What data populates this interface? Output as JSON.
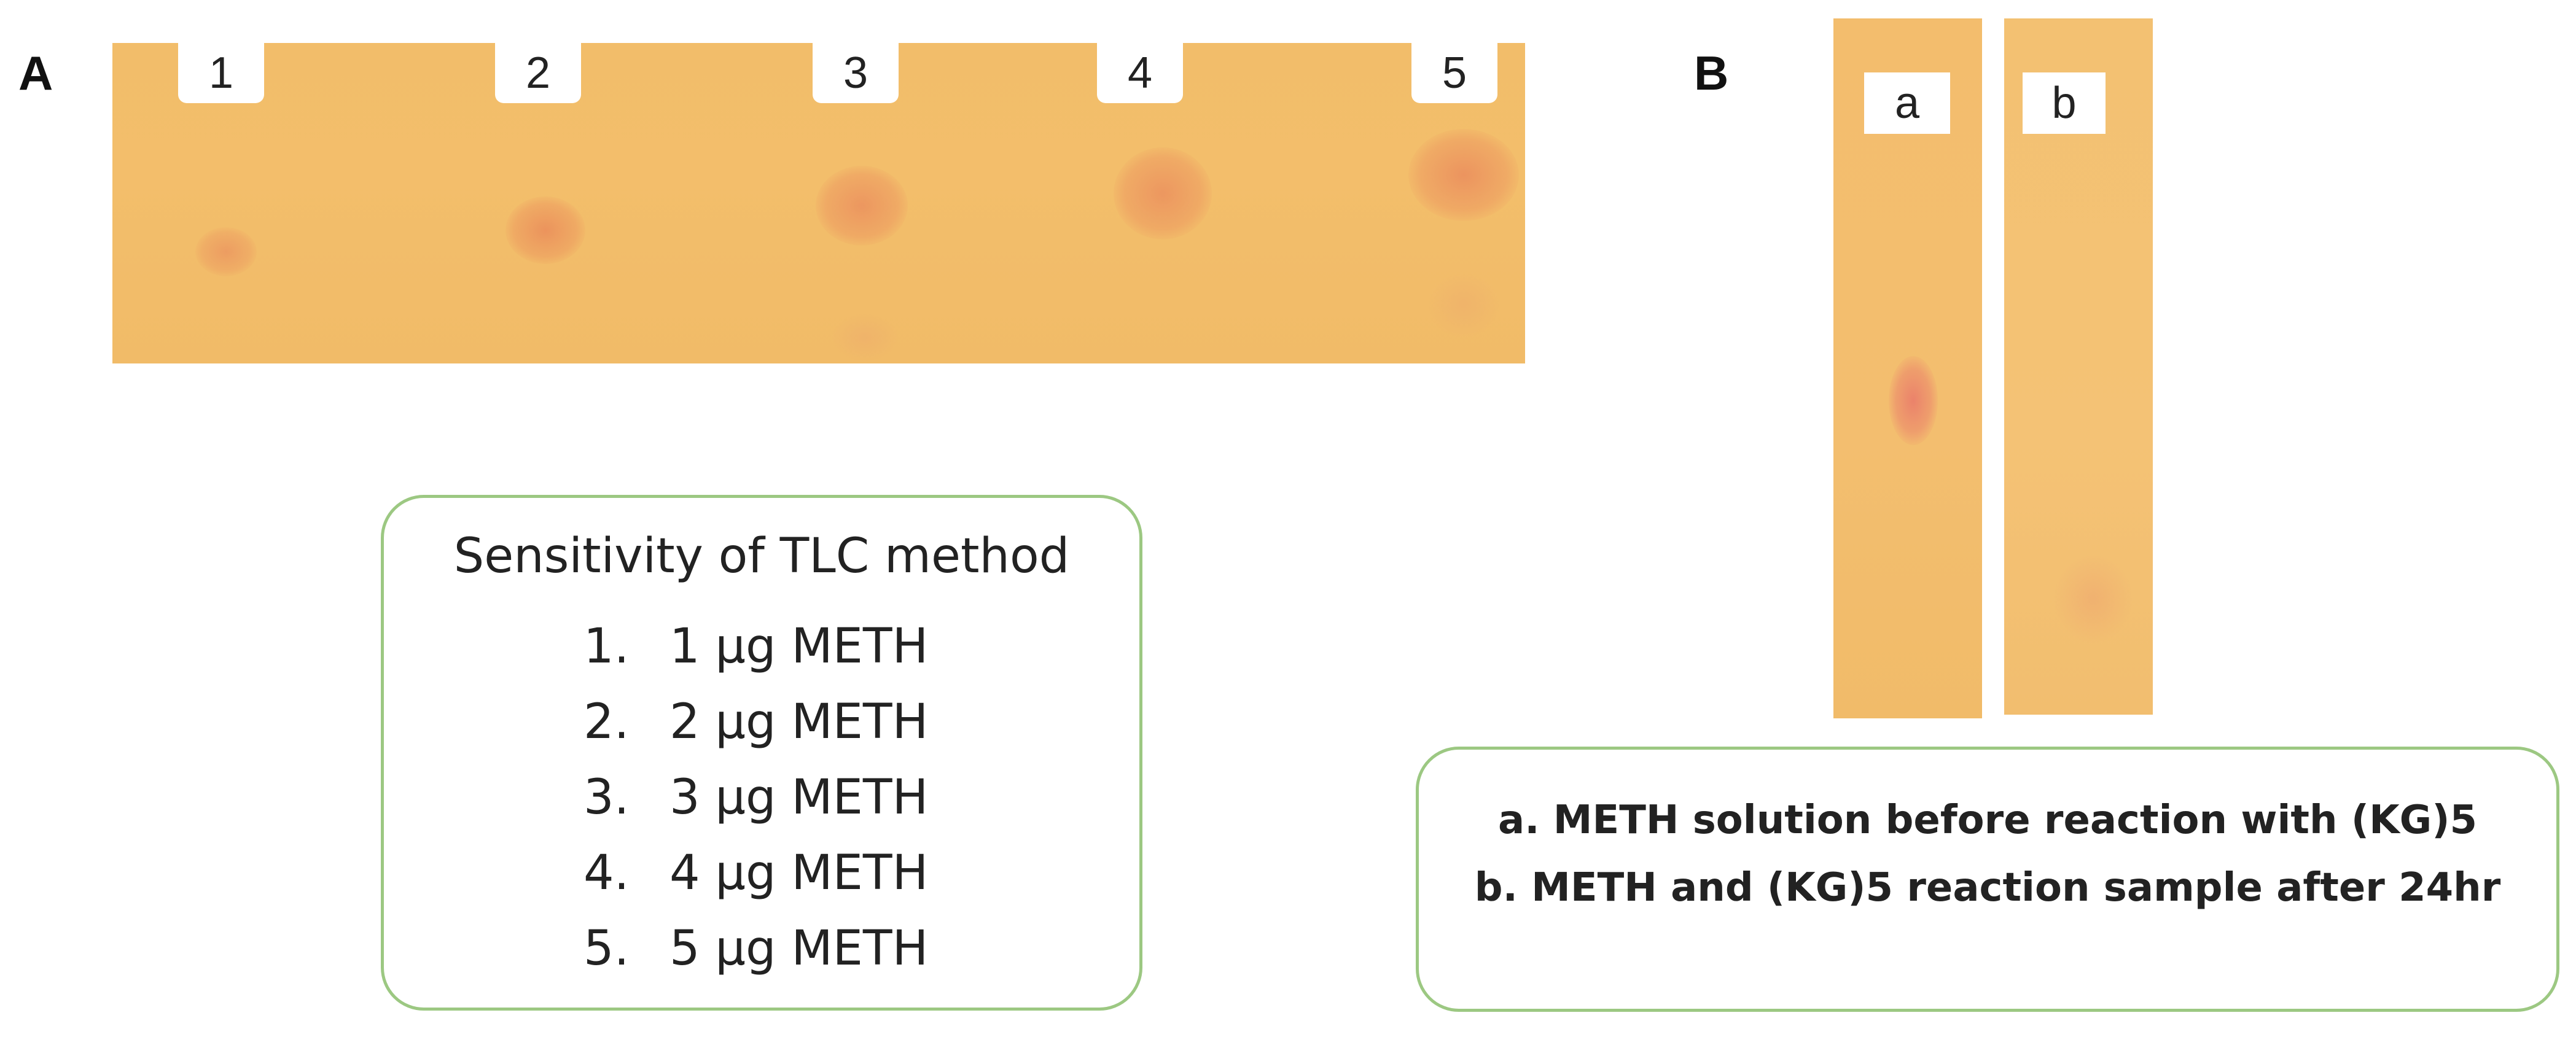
{
  "panel_a": {
    "letter": "A",
    "lanes": [
      "1",
      "2",
      "3",
      "4",
      "5"
    ]
  },
  "panel_b": {
    "letter": "B",
    "strips": [
      "a",
      "b"
    ]
  },
  "legend_a": {
    "title": "Sensitivity of TLC method",
    "items": [
      {
        "num": "1.",
        "text": "1 µg METH"
      },
      {
        "num": "2.",
        "text": "2 µg METH"
      },
      {
        "num": "3.",
        "text": "3 µg METH"
      },
      {
        "num": "4.",
        "text": "4 µg METH"
      },
      {
        "num": "5.",
        "text": "5 µg METH"
      }
    ]
  },
  "legend_b": {
    "lines": [
      "a. METH solution before reaction with (KG)5",
      "b. METH and (KG)5 reaction sample after 24hr"
    ]
  },
  "colors": {
    "plate": "#f2bd6a",
    "spot": "#e88a5e",
    "legend_border": "#9cc882"
  }
}
